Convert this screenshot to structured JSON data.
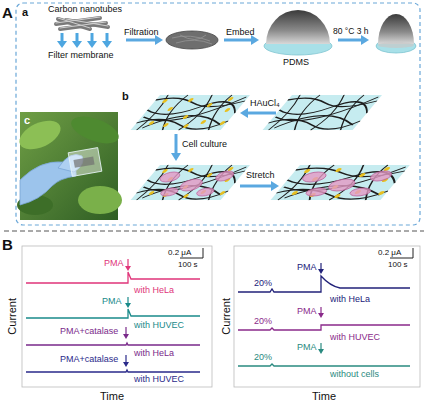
{
  "diagram": {
    "labels": [
      "A",
      "a",
      "Carbon nanotubes",
      "Filtration",
      "Embed",
      "80 °C 3 h",
      "Filter membrane",
      "PDMS",
      "c",
      "b",
      "HAuCl₄",
      "Cell culture",
      "Stretch",
      "B",
      "0.2 μA",
      "100 s",
      "PMA",
      "with HeLa",
      "PMA",
      "with HUVEC",
      "PMA+catalase",
      "with HeLa",
      "PMA+catalase",
      "with HUVEC",
      "Current",
      "Time",
      "0.2 μA",
      "100 s",
      "PMA",
      "20%",
      "with HeLa",
      "PMA",
      "20%",
      "with HUVEC",
      "20%",
      "PMA",
      "without cells",
      "Current",
      "Time"
    ]
  }
}
